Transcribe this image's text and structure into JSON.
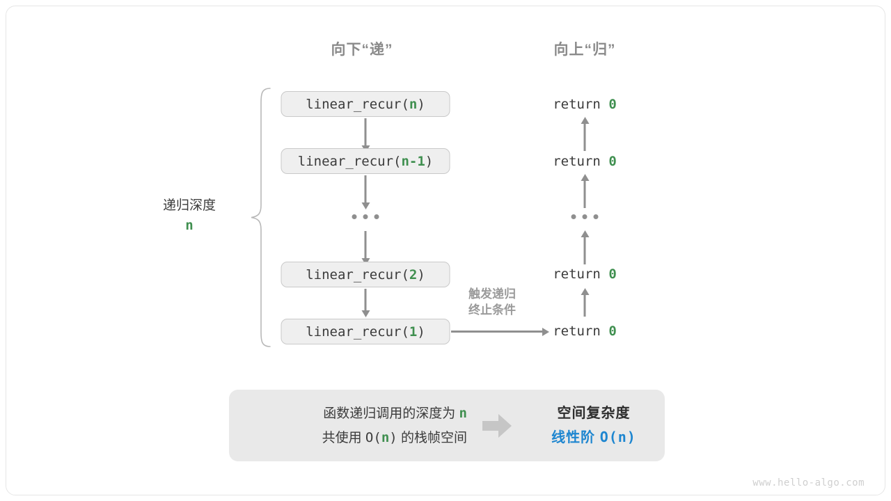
{
  "diagram": {
    "title_down": "向下“递”",
    "title_up": "向上“归”",
    "depth_label": {
      "text": "递归深度",
      "value": "n"
    },
    "trigger_note_line1": "触发递归终止条件",
    "trigger_note_line1a": "触发递归",
    "trigger_note_line1b": "终止条件",
    "call_stack": [
      {
        "fn": "linear_recur(",
        "arg": "n",
        "close": ")"
      },
      {
        "fn": "linear_recur(",
        "arg": "n-1",
        "close": ")"
      },
      {
        "fn": "linear_recur(",
        "arg": "2",
        "close": ")"
      },
      {
        "fn": "linear_recur(",
        "arg": "1",
        "close": ")"
      }
    ],
    "returns": [
      {
        "kw": "return ",
        "val": "0"
      },
      {
        "kw": "return ",
        "val": "0"
      },
      {
        "kw": "return ",
        "val": "0"
      },
      {
        "kw": "return ",
        "val": "0"
      }
    ],
    "ellipsis": "…"
  },
  "summary": {
    "left_line1_pre": "函数递归调用的深度为 ",
    "left_line1_hl": "n",
    "left_line2_pre": "共使用 ",
    "left_line2_mono_open": "O(",
    "left_line2_hl": "n",
    "left_line2_mono_close": ")",
    "left_line2_post": " 的栈帧空间",
    "arrow_icon": "right-block-arrow-icon",
    "right_title": "空间复杂度",
    "right_value_text": "线性阶 ",
    "right_value_mono": "O(n)"
  },
  "watermark": "www.hello-algo.com",
  "colors": {
    "green": "#3f8f4f",
    "blue": "#1e86d0",
    "gray_text": "#3b3b3b",
    "gray_muted": "#8a8a8a",
    "box_fill": "#efefef",
    "box_border": "#c9c9c9",
    "panel_fill": "#e9e9e9",
    "arrow": "#8f8f8f"
  }
}
